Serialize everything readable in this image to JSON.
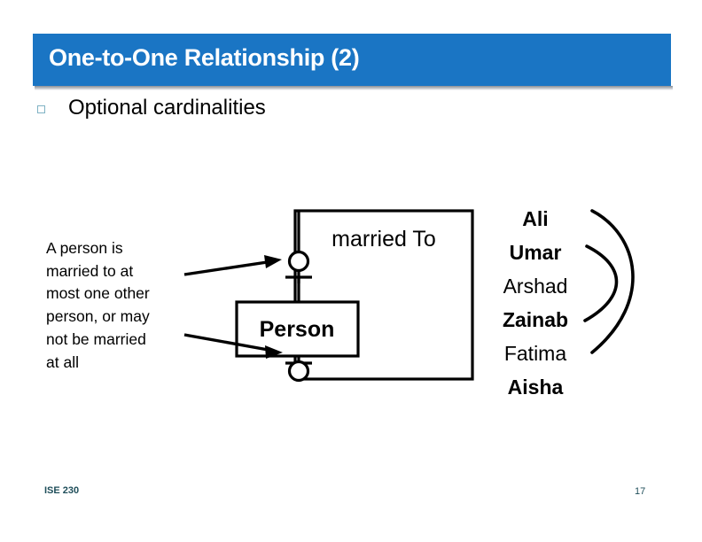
{
  "slide": {
    "title": "One-to-One Relationship (2)",
    "title_bar_color": "#1A75C4",
    "bullet": {
      "marker": "hollow-square-bullet",
      "marker_color": "#7FB2C4",
      "text": "Optional cardinalities"
    }
  },
  "description": {
    "lines": [
      "A person is",
      "married to at",
      "most one other",
      "person, or may",
      "not be married",
      "at all"
    ]
  },
  "diagram": {
    "type": "er-diagram",
    "notation": "crows-foot",
    "relationship_box": {
      "label": "married To",
      "stroke": "#000000"
    },
    "entity_box": {
      "label": "Person",
      "stroke": "#000000"
    },
    "connectors": [
      {
        "name": "top-connector",
        "cardinality": "zero-or-one",
        "symbols": [
          "circle",
          "bar"
        ],
        "arrow_annotation": true
      },
      {
        "name": "bottom-connector",
        "cardinality": "zero-or-one",
        "symbols": [
          "bar",
          "circle"
        ],
        "arrow_annotation": true
      }
    ]
  },
  "names": {
    "items": [
      {
        "label": "Ali",
        "bold": true
      },
      {
        "label": "Umar",
        "bold": true
      },
      {
        "label": "Arshad",
        "bold": false
      },
      {
        "label": "Zainab",
        "bold": true
      },
      {
        "label": "Fatima",
        "bold": false
      },
      {
        "label": "Aisha",
        "bold": true
      }
    ],
    "pairings": [
      {
        "from": "Ali",
        "to": "Fatima",
        "shape": "outer-arc"
      },
      {
        "from": "Umar",
        "to": "Zainab",
        "shape": "inner-arc"
      }
    ]
  },
  "footer": {
    "course_label": "ISE 230",
    "page_number": "17",
    "color": "#1F4E5A"
  }
}
